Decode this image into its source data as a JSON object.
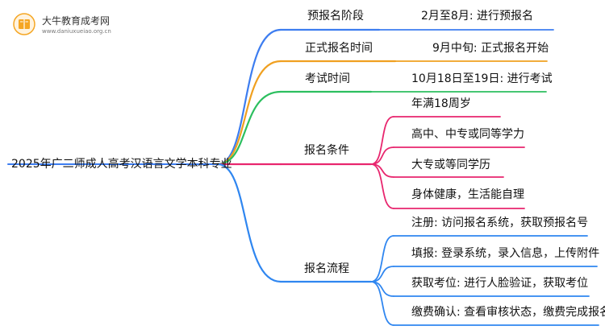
{
  "logo": {
    "name": "大牛教育成考网",
    "url": "www.daniuxueiao.org.cn"
  },
  "root": {
    "label": "2025年广二师成人高考汉语言文学本科专业"
  },
  "branches": [
    {
      "label": "预报名阶段",
      "color": "#3d7df0",
      "children": [
        "2月至8月: 进行预报名"
      ]
    },
    {
      "label": "正式报名时间",
      "color": "#f0a020",
      "children": [
        "9月中旬: 正式报名开始"
      ]
    },
    {
      "label": "考试时间",
      "color": "#2cbf5f",
      "children": [
        "10月18日至19日: 进行考试"
      ]
    },
    {
      "label": "报名条件",
      "color": "#e8266e",
      "children": [
        "年满18周岁",
        "高中、中专或同等学力",
        "大专或等同学历",
        "身体健康，生活能自理"
      ]
    },
    {
      "label": "报名流程",
      "color": "#2f86f0",
      "children": [
        "注册: 访问报名系统，获取预报名号",
        "填报: 登录系统，录入信息，上传附件",
        "获取考位: 进行人脸验证，获取考位",
        "缴费确认: 查看审核状态，缴费完成报名"
      ]
    }
  ]
}
